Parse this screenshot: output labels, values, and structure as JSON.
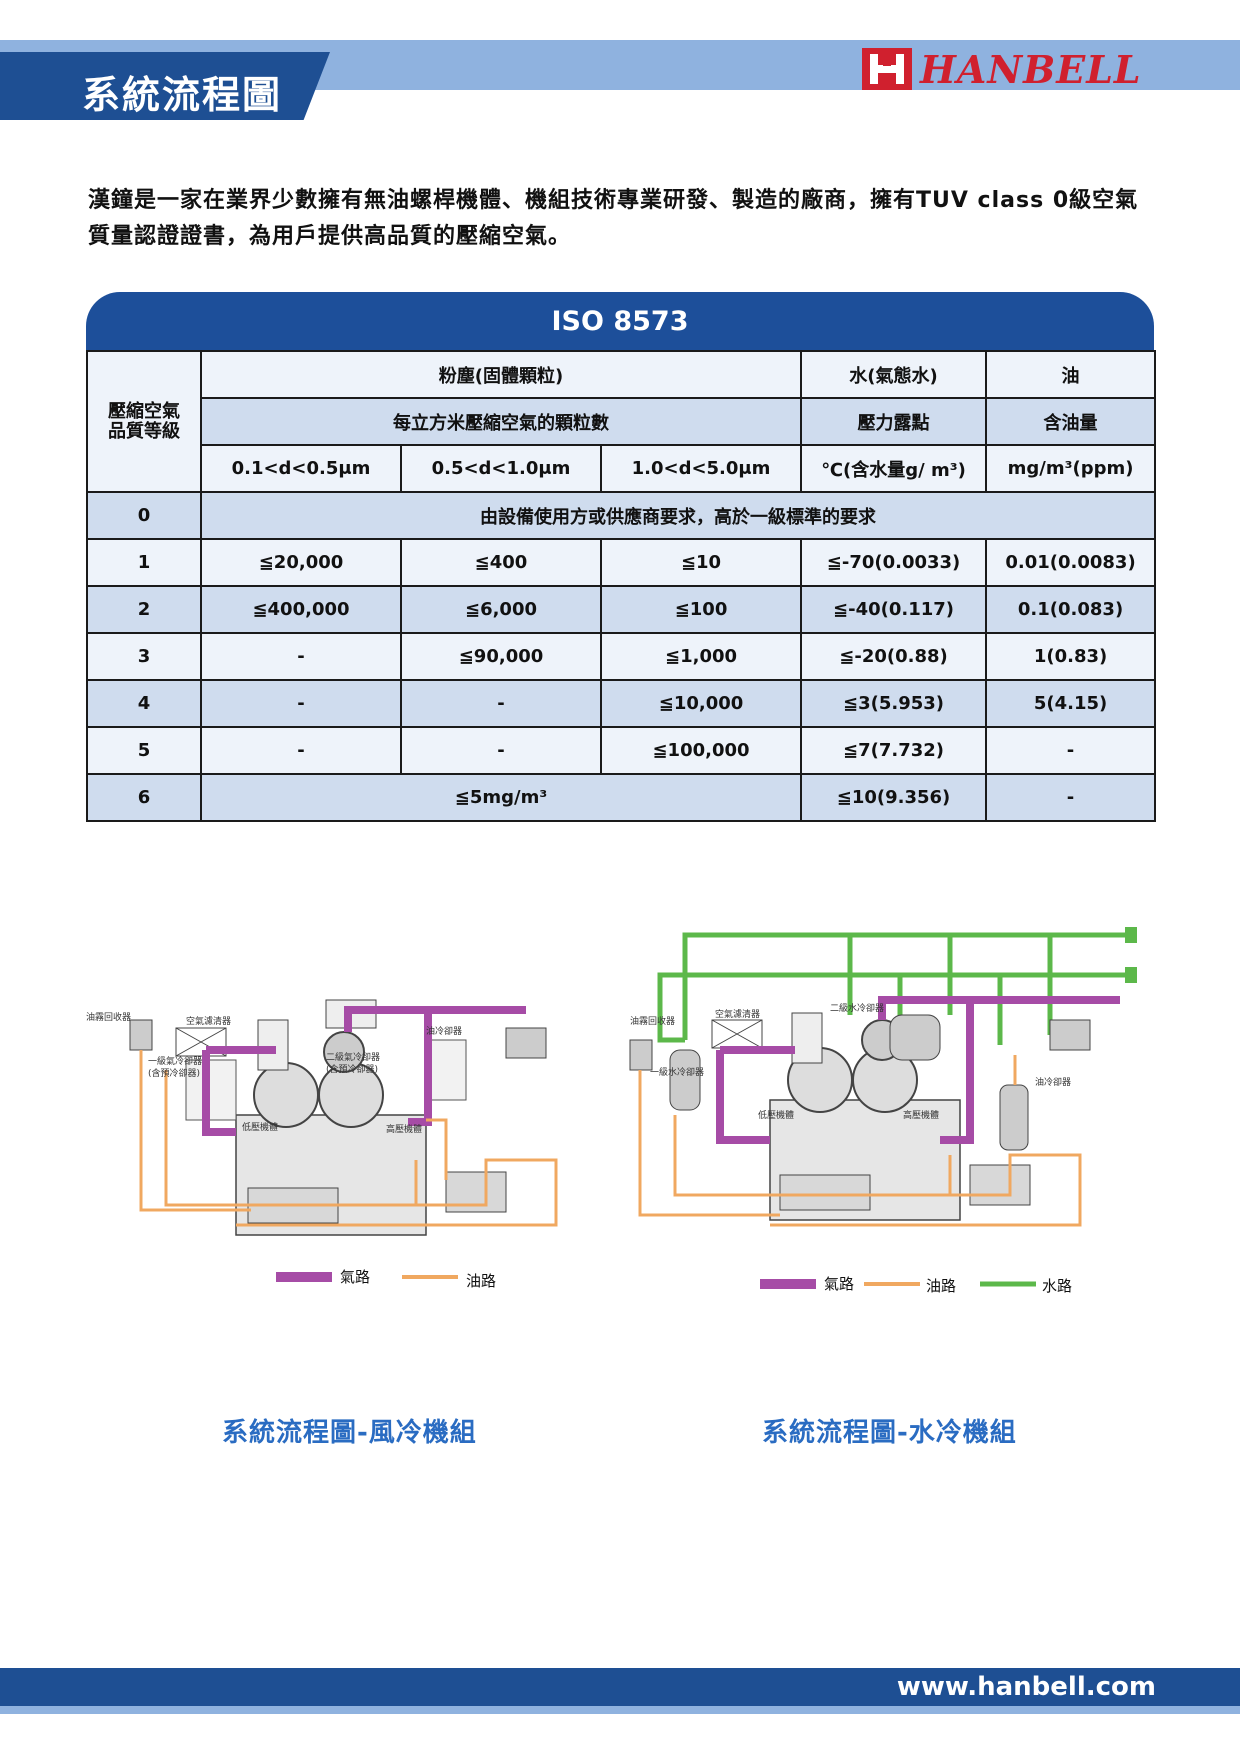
{
  "header": {
    "title": "系統流程圖",
    "brand": "HANBELL"
  },
  "intro": "漢鐘是一家在業界少數擁有無油螺桿機體、機組技術專業研發、製造的廠商，擁有TUV class 0級空氣質量認證證書，為用戶提供高品質的壓縮空氣。",
  "table": {
    "title": "ISO 8573",
    "row_header": "壓縮空氣品質等級",
    "groups": [
      "粉塵(固體顆粒)",
      "水(氣態水)",
      "油"
    ],
    "subgroups": [
      "每立方米壓縮空氣的顆粒數",
      "壓力露點",
      "含油量"
    ],
    "units": [
      "0.1<d<0.5μm",
      "0.5<d<1.0μm",
      "1.0<d<5.0μm",
      "℃(含水量g/ m³)",
      "mg/m³(ppm)"
    ],
    "row0": {
      "grade": "0",
      "text": "由設備使用方或供應商要求，高於一級標準的要求"
    },
    "rows": [
      {
        "grade": "1",
        "c1": "≦20,000",
        "c2": "≦400",
        "c3": "≦10",
        "c4": "≦-70(0.0033)",
        "c5": "0.01(0.0083)"
      },
      {
        "grade": "2",
        "c1": "≦400,000",
        "c2": "≦6,000",
        "c3": "≦100",
        "c4": "≦-40(0.117)",
        "c5": "0.1(0.083)"
      },
      {
        "grade": "3",
        "c1": "-",
        "c2": "≦90,000",
        "c3": "≦1,000",
        "c4": "≦-20(0.88)",
        "c5": "1(0.83)"
      },
      {
        "grade": "4",
        "c1": "-",
        "c2": "-",
        "c3": "≦10,000",
        "c4": "≦3(5.953)",
        "c5": "5(4.15)"
      },
      {
        "grade": "5",
        "c1": "-",
        "c2": "-",
        "c3": "≦100,000",
        "c4": "≦7(7.732)",
        "c5": "-"
      }
    ],
    "row6": {
      "grade": "6",
      "c123": "≦5mg/m³",
      "c4": "≦10(9.356)",
      "c5": "-"
    }
  },
  "diagram_air": {
    "caption": "系統流程圖-風冷機組",
    "labels": {
      "oil_recovery": "油霧回收器",
      "air_filter": "空氣濾清器",
      "stage1_cooler": "一級氣冷卻器",
      "stage1_cooler_sub": "(含預冷卻器)",
      "stage2_cooler": "二級氣冷卻器",
      "stage2_cooler_sub": "(含預冷卻器)",
      "oil_cooler": "油冷卻器",
      "low_pressure": "低壓機體",
      "high_pressure": "高壓機體"
    },
    "legend": [
      "氣路",
      "油路"
    ]
  },
  "diagram_water": {
    "caption": "系統流程圖-水冷機組",
    "labels": {
      "oil_recovery": "油霧回收器",
      "air_filter": "空氣濾清器",
      "stage1_water": "一級水冷卻器",
      "stage2_water": "二級水冷卻器",
      "oil_cooler": "油冷卻器",
      "low_pressure": "低壓機體",
      "high_pressure": "高壓機體"
    },
    "legend": [
      "氣路",
      "油路",
      "水路"
    ]
  },
  "footer": {
    "url": "www.hanbell.com"
  },
  "colors": {
    "brand_blue": "#1e4f93",
    "light_blue": "#8fb2df",
    "brand_red": "#d0202e",
    "air": "#a64ca6",
    "oil": "#f0a860",
    "water": "#5cb84a"
  }
}
